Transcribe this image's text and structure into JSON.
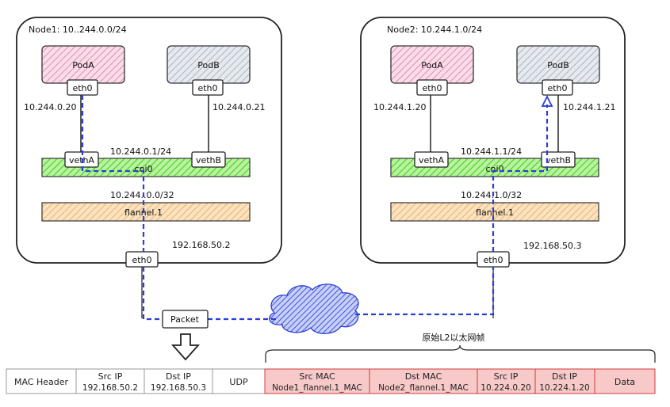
{
  "node1": {
    "title": "Node1: 10..244.0.0/24",
    "pod_a": "PodA",
    "pod_b": "PodB",
    "pod_a_eth": "eth0",
    "pod_b_eth": "eth0",
    "pod_a_ip": "10.244.0.20",
    "pod_b_ip": "10.244.0.21",
    "veth_a": "vethA",
    "veth_b": "vethB",
    "cni0_label": "cni0",
    "cni0_ip": "10.244.0.1/24",
    "flannel_label": "flannel.1",
    "flannel_ip": "10.244..0.0/32",
    "node_eth": "eth0",
    "node_ip": "192.168.50.2"
  },
  "node2": {
    "title": "Node2: 10.244.1.0/24",
    "pod_a": "PodA",
    "pod_b": "PodB",
    "pod_a_eth": "eth0",
    "pod_b_eth": "eth0",
    "pod_a_ip": "10.244.1.20",
    "pod_b_ip": "10.244.1.21",
    "veth_a": "vethA",
    "veth_b": "vethB",
    "cni0_label": "cni0",
    "cni0_ip": "10.244.1.1/24",
    "flannel_label": "flannel.1",
    "flannel_ip": "10.244.1.0/32",
    "node_eth": "eth0",
    "node_ip": "192.168.50.3"
  },
  "packet_label": "Packet",
  "l2_frame_label": "原始L2以太网帧",
  "colors": {
    "pod_a_fill": "#f4c6dc",
    "pod_b_fill": "#d6dde6",
    "cni0_fill": "#8fe86a",
    "flannel_fill": "#f7cf9a",
    "path": "#2b3fd6",
    "cloud": "#5468e0",
    "inner_cell": "#f7c9c9",
    "inner_border": "#d23c3c"
  },
  "packet_table": {
    "outer": [
      {
        "line1": "MAC Header",
        "line2": ""
      },
      {
        "line1": "Src IP",
        "line2": "192.168.50.2"
      },
      {
        "line1": "Dst IP",
        "line2": "192.168.50.3"
      },
      {
        "line1": "UDP",
        "line2": ""
      }
    ],
    "inner": [
      {
        "line1": "Src MAC",
        "line2": "Node1_flannel.1_MAC"
      },
      {
        "line1": "Dst MAC",
        "line2": "Node2_flannel.1_MAC"
      },
      {
        "line1": "Src IP",
        "line2": "10.224.0.20"
      },
      {
        "line1": "Dst IP",
        "line2": "10.224.1.20"
      },
      {
        "line1": "Data",
        "line2": ""
      }
    ]
  }
}
